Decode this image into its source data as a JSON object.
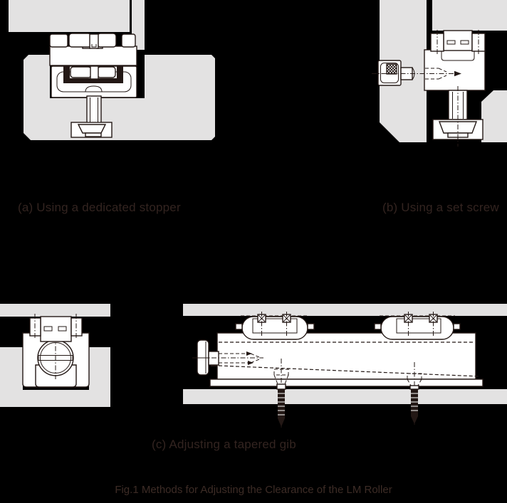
{
  "figure": {
    "label_a": "(a) Using a dedicated stopper",
    "label_b": "(b) Using a set screw",
    "label_c": "(c) Adjusting a tapered gib",
    "caption": "Fig.1 Methods for Adjusting the Clearance of the LM Roller"
  },
  "colors": {
    "background": "#000000",
    "machine_gray": "#e3e2e2",
    "line_dark": "#231815",
    "label_text": "#332420",
    "caption_text": "#3d2c26"
  }
}
